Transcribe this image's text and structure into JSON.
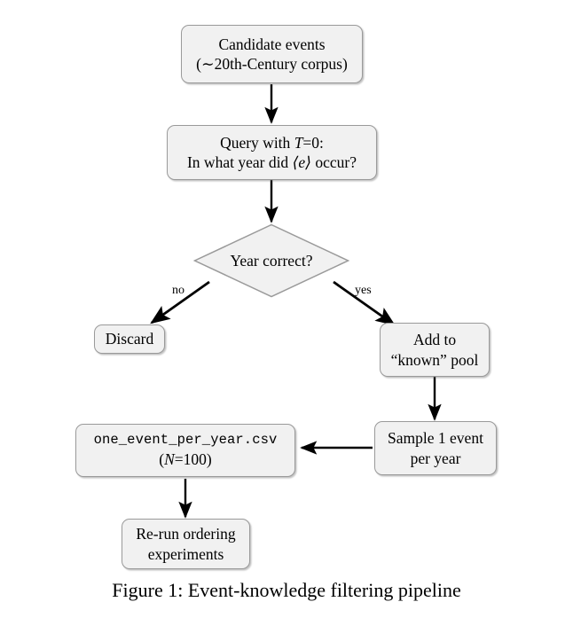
{
  "figure": {
    "caption": "Figure 1: Event-knowledge filtering pipeline",
    "type": "flowchart",
    "node_fill": "#f1f1f1",
    "node_border": "#9a9a9a",
    "edge_color": "#000000",
    "background": "#ffffff"
  },
  "nodes": {
    "candidate_events": {
      "line1": "Candidate events",
      "line2": "(∼20th-Century corpus)",
      "shape": "rounded-rect"
    },
    "query": {
      "line1_pre": "Query with ",
      "line1_var": "T",
      "line1_post": "=0:",
      "line2_pre": "In what year did ",
      "line2_var": "⟨e⟩",
      "line2_post": " occur?",
      "shape": "rounded-rect"
    },
    "decision": {
      "label": "Year correct?",
      "shape": "diamond"
    },
    "discard": {
      "label": "Discard",
      "shape": "rounded-rect"
    },
    "known_pool": {
      "line1": "Add to",
      "line2": "“known” pool",
      "shape": "rounded-rect"
    },
    "sample": {
      "line1": "Sample 1 event",
      "line2": "per year",
      "shape": "rounded-rect"
    },
    "csv": {
      "line1": "one_event_per_year.csv",
      "line2_pre": "(",
      "line2_var": "N",
      "line2_post": "=100)",
      "shape": "rounded-rect"
    },
    "rerun": {
      "line1": "Re-run ordering",
      "line2": "experiments",
      "shape": "rounded-rect"
    }
  },
  "edges": {
    "no_label": "no",
    "yes_label": "yes"
  }
}
